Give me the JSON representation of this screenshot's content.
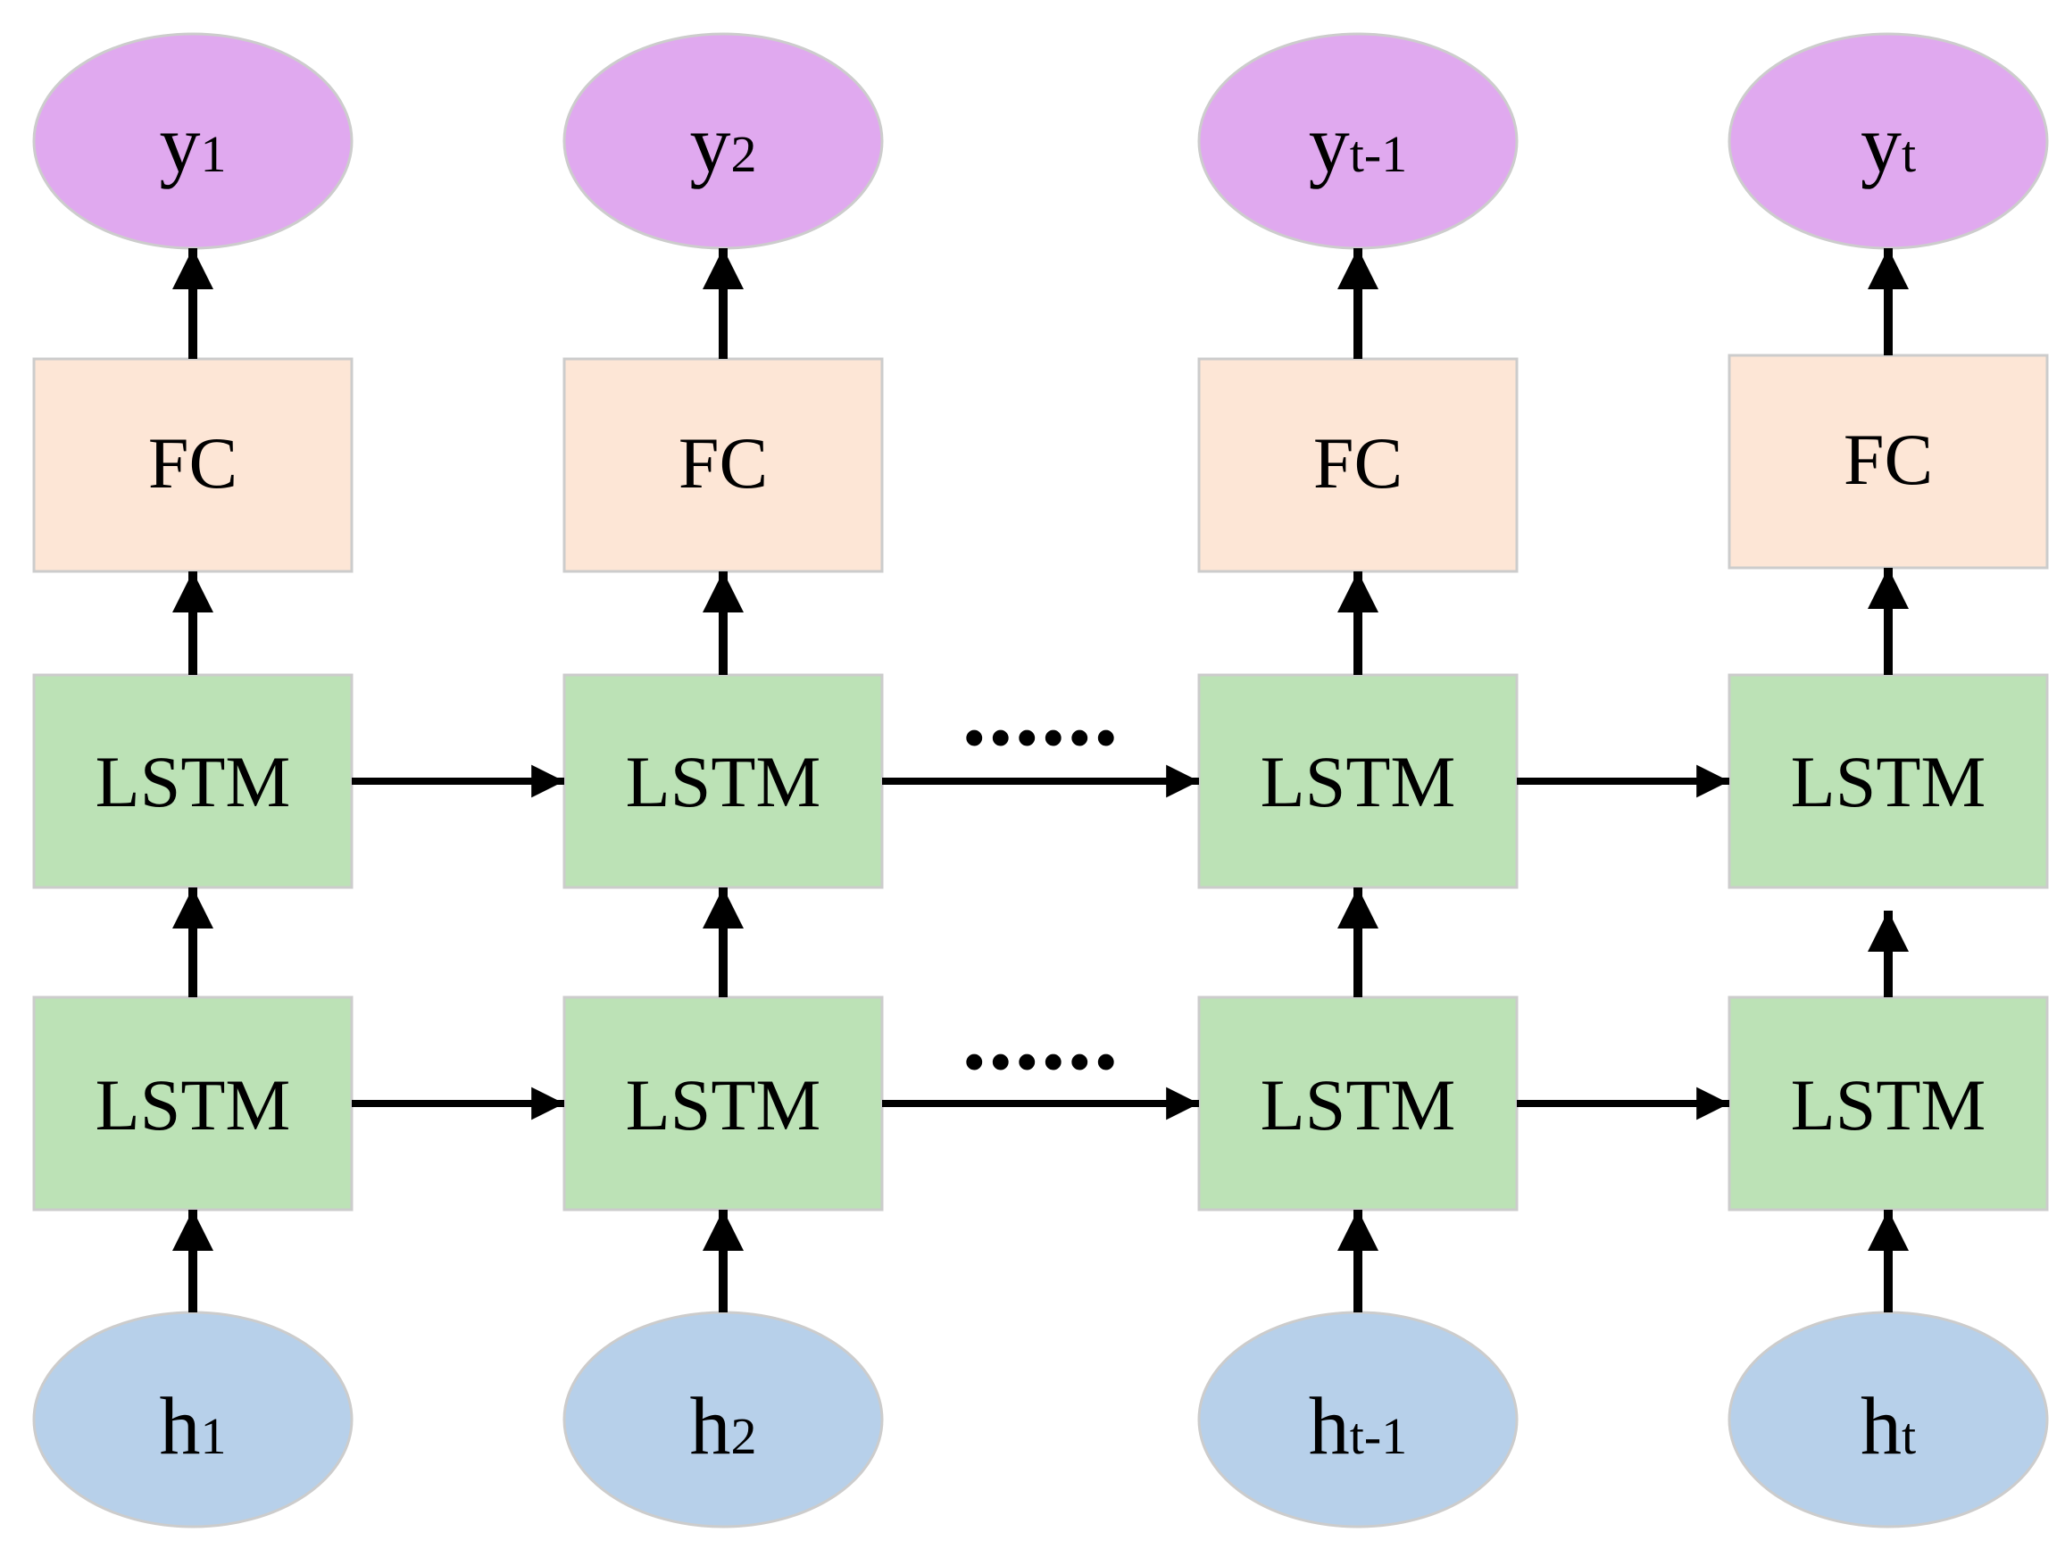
{
  "colors": {
    "output_fill": "#e0a9ef",
    "fc_fill": "#fde6d6",
    "lstm_fill": "#bce2b6",
    "input_fill": "#b7d0ea",
    "node_stroke": "#cccccc",
    "arrow": "#000000"
  },
  "columns": [
    {
      "output": {
        "base": "y",
        "sub": "1"
      },
      "fc": "FC",
      "lstm_top": "LSTM",
      "lstm_bottom": "LSTM",
      "input": {
        "base": "h",
        "sub": "1"
      }
    },
    {
      "output": {
        "base": "y",
        "sub": "2"
      },
      "fc": "FC",
      "lstm_top": "LSTM",
      "lstm_bottom": "LSTM",
      "input": {
        "base": "h",
        "sub": "2"
      }
    },
    {
      "output": {
        "base": "y",
        "sub": "t-1"
      },
      "fc": "FC",
      "lstm_top": "LSTM",
      "lstm_bottom": "LSTM",
      "input": {
        "base": "h",
        "sub": "t-1"
      }
    },
    {
      "output": {
        "base": "y",
        "sub": "t"
      },
      "fc": "FC",
      "lstm_top": "LSTM",
      "lstm_bottom": "LSTM",
      "input": {
        "base": "h",
        "sub": "t"
      }
    }
  ],
  "ellipsis": "......"
}
